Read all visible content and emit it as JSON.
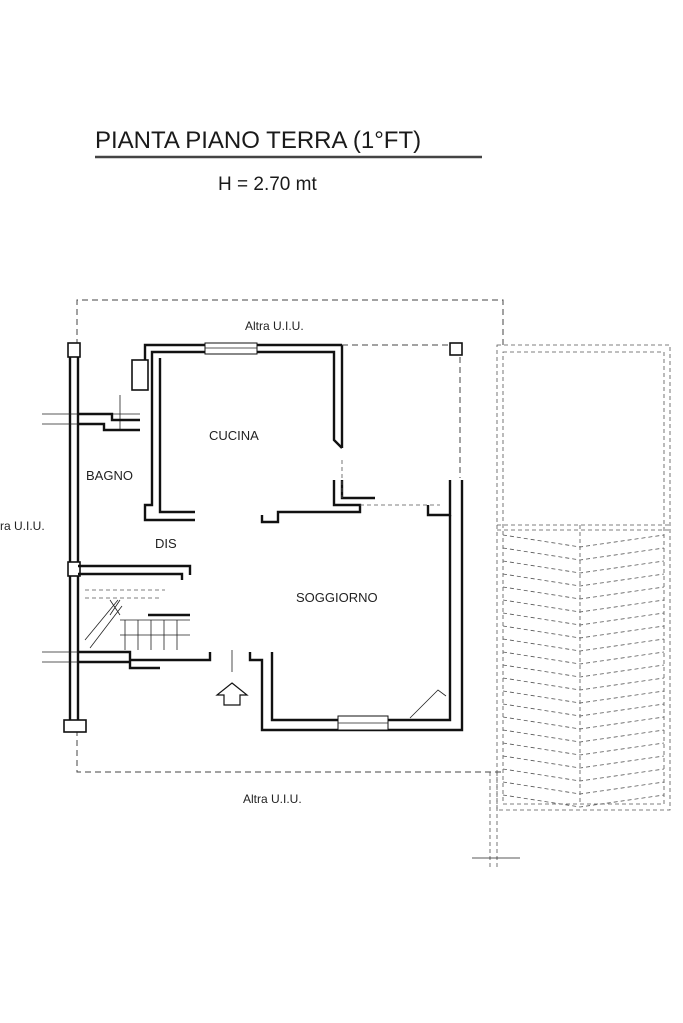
{
  "plan": {
    "title": "PIANTA PIANO TERRA (1°FT)",
    "height_label": "H = 2.70 mt",
    "neighbor_top": "Altra U.I.U.",
    "neighbor_bottom": "Altra U.I.U.",
    "neighbor_left": "ra U.I.U.",
    "rooms": {
      "cucina": "CUCINA",
      "bagno": "BAGNO",
      "dis": "DIS",
      "soggiorno": "SOGGIORNO"
    },
    "entrance_icon": "entrance-arrow-icon"
  }
}
